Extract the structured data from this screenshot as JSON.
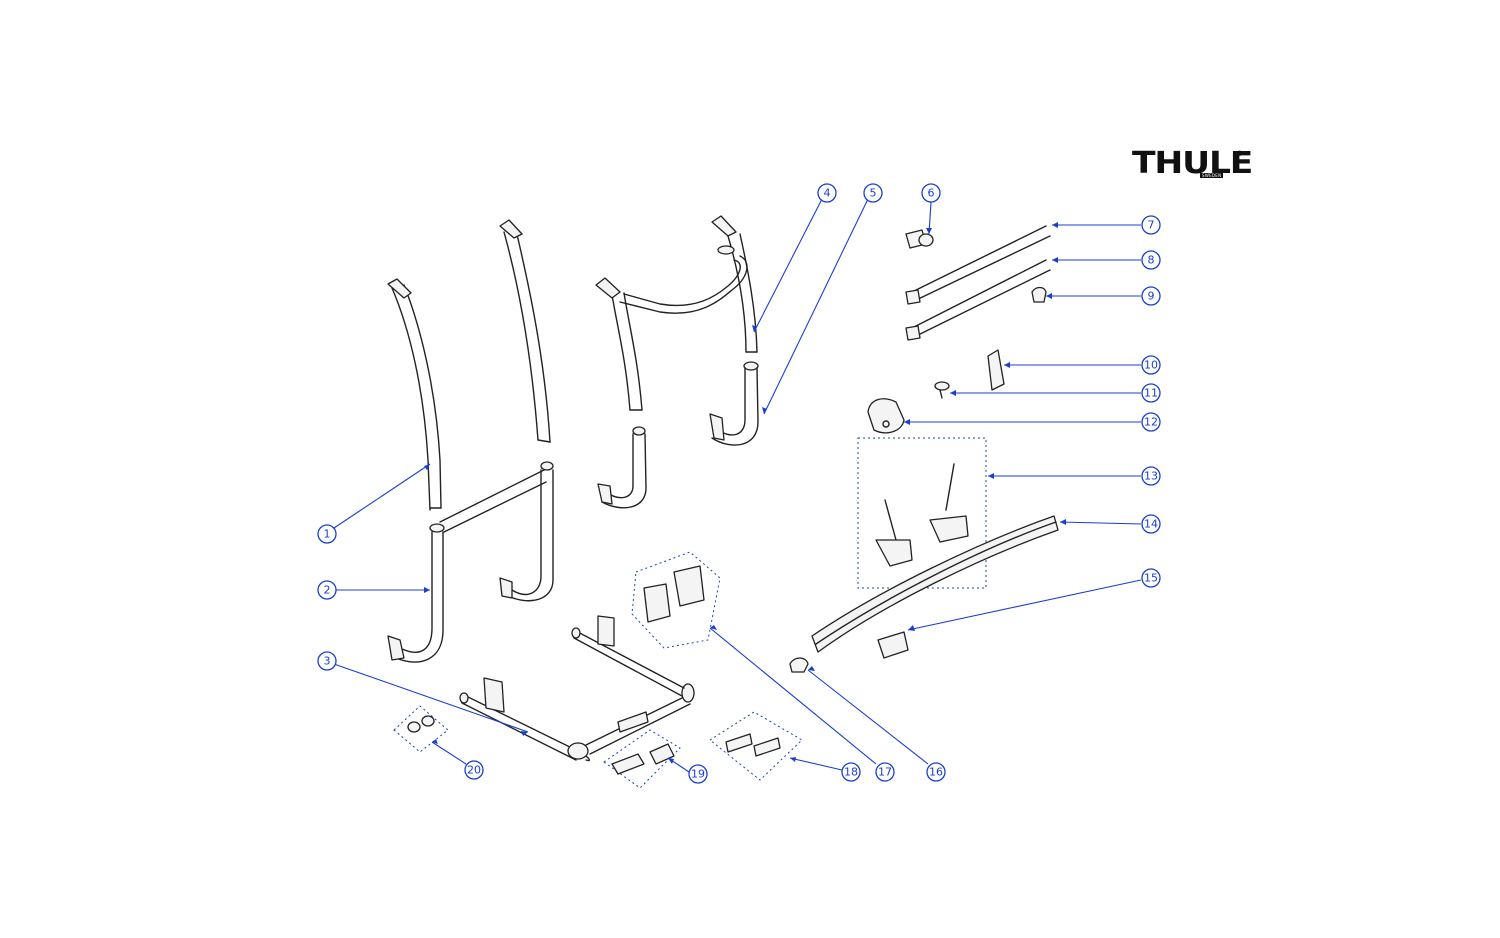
{
  "brand": {
    "name": "THULE",
    "tagline": "SWEDEN",
    "registered": "®"
  },
  "colors": {
    "callout": "#1a3fd0",
    "line_art": "#222222",
    "background": "#ffffff"
  },
  "callouts": [
    {
      "label": "1"
    },
    {
      "label": "2"
    },
    {
      "label": "3"
    },
    {
      "label": "4"
    },
    {
      "label": "5"
    },
    {
      "label": "6"
    },
    {
      "label": "7"
    },
    {
      "label": "8"
    },
    {
      "label": "9"
    },
    {
      "label": "10"
    },
    {
      "label": "11"
    },
    {
      "label": "12"
    },
    {
      "label": "13"
    },
    {
      "label": "14"
    },
    {
      "label": "15"
    },
    {
      "label": "16"
    },
    {
      "label": "17"
    },
    {
      "label": "18"
    },
    {
      "label": "19"
    },
    {
      "label": "20"
    }
  ]
}
